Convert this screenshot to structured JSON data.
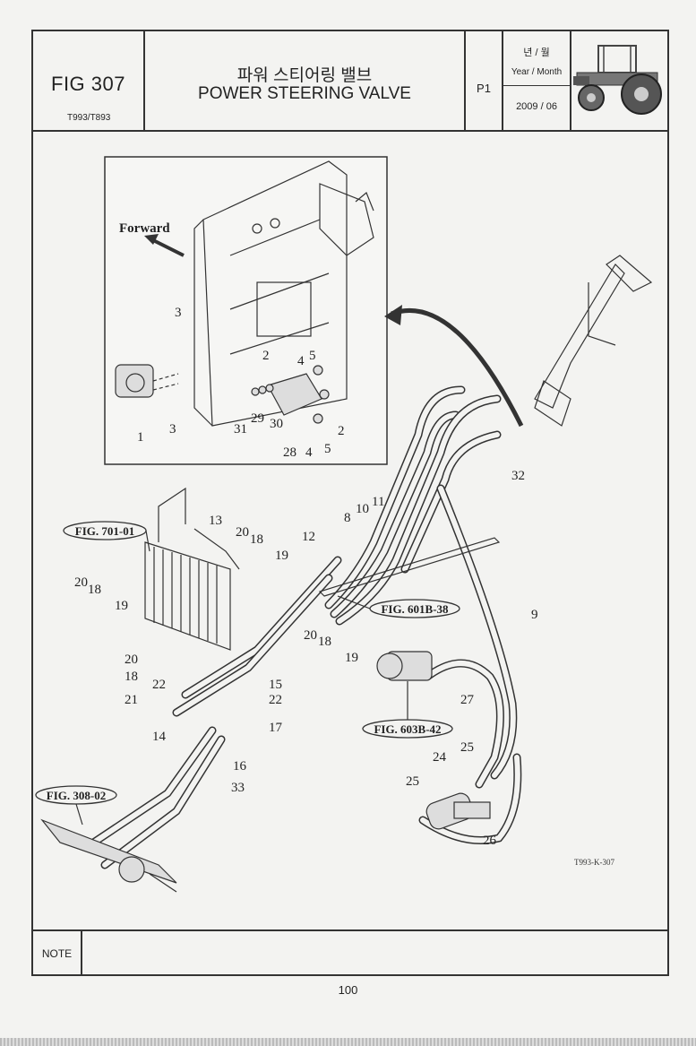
{
  "header": {
    "fig_no": "FIG 307",
    "model": "T993/T893",
    "title_kr": "파워 스티어링 밸브",
    "title_en": "POWER STEERING VALVE",
    "page_code": "P1",
    "year_month_kr": "년 / 월",
    "year_month_en": "Year / Month",
    "date": "2009 / 06",
    "tractor_icon": "tractor-icon"
  },
  "diagram": {
    "forward_label": "Forward",
    "inset_part_numbers": [
      "3",
      "3",
      "1",
      "2",
      "4",
      "5",
      "31",
      "29",
      "30",
      "28",
      "4",
      "5",
      "2"
    ],
    "part_numbers": [
      "13",
      "20",
      "18",
      "19",
      "12",
      "8",
      "10",
      "11",
      "20",
      "18",
      "19",
      "20",
      "18",
      "22",
      "21",
      "14",
      "15",
      "22",
      "17",
      "20",
      "18",
      "19",
      "16",
      "33",
      "9",
      "27",
      "25",
      "24",
      "25",
      "26",
      "32"
    ],
    "fig_refs": [
      "FIG. 701-01",
      "FIG. 601B-38",
      "FIG. 603B-42",
      "FIG. 308-02"
    ],
    "drawing_code": "T993-K-307"
  },
  "note": {
    "label": "NOTE",
    "text": ""
  },
  "footer": {
    "page_number": "100"
  }
}
